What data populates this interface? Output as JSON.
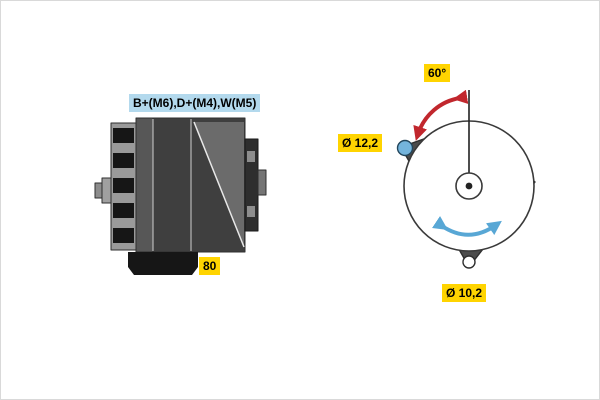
{
  "drawing": {
    "kind": "alternator technical line drawing, side view and front view"
  },
  "colors": {
    "highlight_yellow": "#ffd400",
    "highlight_blue": "#b3d9ed",
    "arrow_red": "#c1272d",
    "arrow_blue": "#58a7d5",
    "hole_fill_blue": "#74b4dc",
    "body_dark": "#3f3f3f",
    "body_mid": "#6b6b6b",
    "foot_black": "#161616"
  },
  "side_view": {
    "terminals_label": "B+(M6),D+(M4),W(M5)",
    "dimension_label": "80"
  },
  "front_view": {
    "angle_label": "60°",
    "hole_top_label": "Ø 12,2",
    "hole_bottom_label": "Ø 10,2"
  }
}
